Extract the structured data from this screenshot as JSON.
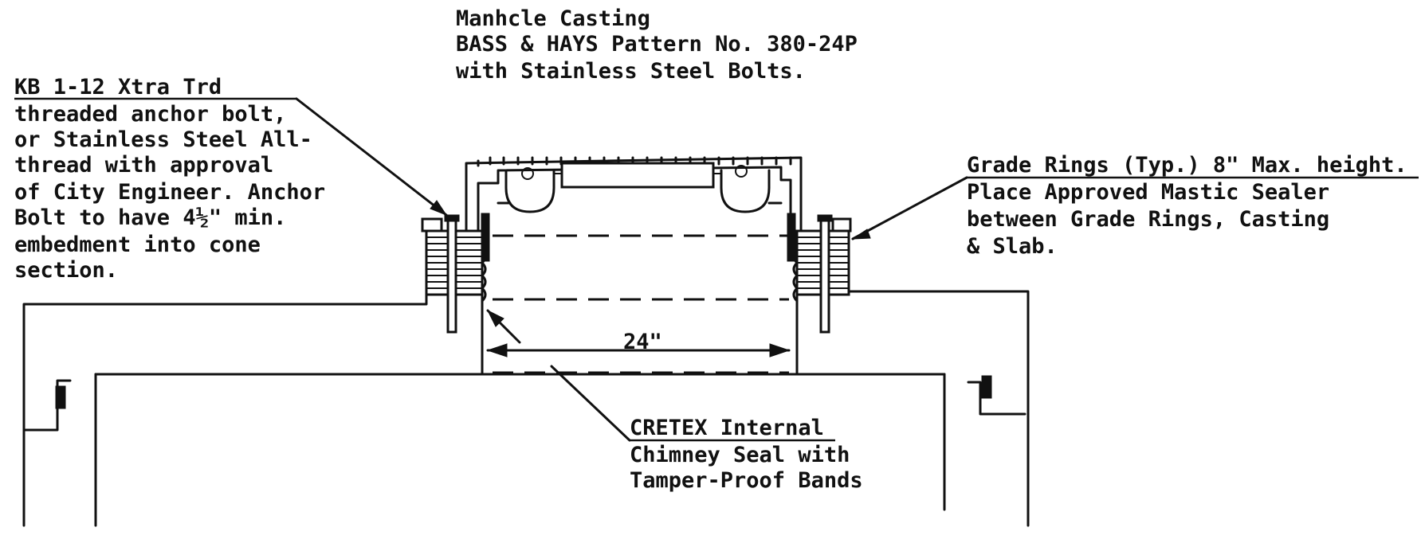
{
  "callouts": {
    "casting": {
      "lines": [
        "Manhcle Casting",
        "BASS & HAYS Pattern No. 380-24P",
        "with Stainless Steel Bolts."
      ]
    },
    "anchor_bolt": {
      "lines": [
        "KB 1-12 Xtra Trd",
        "threaded anchor bolt,",
        "or Stainless Steel All-",
        "thread with approval",
        "of City Engineer. Anchor",
        "Bolt to have 4½\" min.",
        "embedment into cone",
        "section."
      ]
    },
    "grade_rings": {
      "lines": [
        "Grade Rings (Typ.) 8\" Max. height.",
        "Place Approved Mastic Sealer",
        "between Grade Rings, Casting",
        "& Slab."
      ]
    },
    "chimney_seal": {
      "lines": [
        "CRETEX Internal",
        "Chimney Seal with",
        "Tamper-Proof Bands"
      ]
    }
  },
  "dimension": {
    "opening": "24\""
  }
}
